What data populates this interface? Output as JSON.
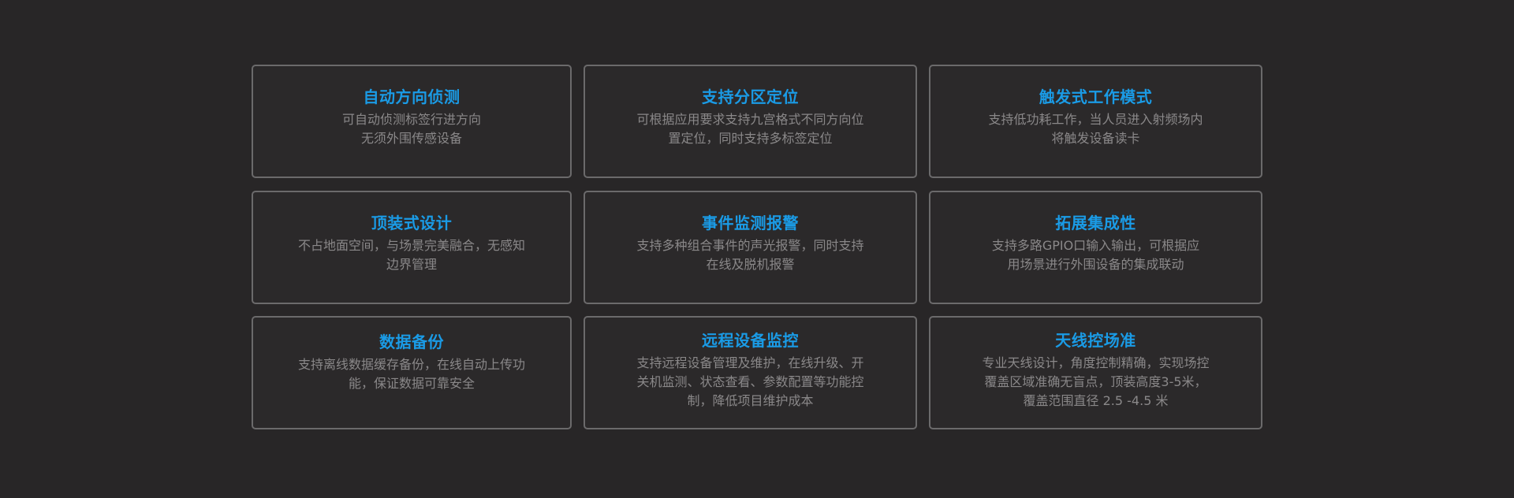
{
  "features": [
    {
      "title": "自动方向侦测",
      "lines": [
        "可自动侦测标签行进方向",
        "无须外围传感设备"
      ]
    },
    {
      "title": "支持分区定位",
      "lines": [
        "可根据应用要求支持九宫格式不同方向位",
        "置定位，同时支持多标签定位"
      ]
    },
    {
      "title": "触发式工作模式",
      "lines": [
        "支持低功耗工作，当人员进入射频场内",
        "将触发设备读卡"
      ]
    },
    {
      "title": "顶装式设计",
      "lines": [
        "不占地面空间，与场景完美融合，无感知",
        "边界管理"
      ]
    },
    {
      "title": "事件监测报警",
      "lines": [
        "支持多种组合事件的声光报警，同时支持",
        "在线及脱机报警"
      ]
    },
    {
      "title": "拓展集成性",
      "lines": [
        "支持多路GPIO口输入输出，可根据应",
        "用场景进行外围设备的集成联动"
      ]
    },
    {
      "title": "数据备份",
      "lines": [
        "支持离线数据缓存备份，在线自动上传功",
        "能，保证数据可靠安全"
      ]
    },
    {
      "title": "远程设备监控",
      "lines": [
        "支持远程设备管理及维护，在线升级、开",
        "关机监测、状态查看、参数配置等功能控",
        "制，降低项目维护成本"
      ]
    },
    {
      "title": "天线控场准",
      "lines": [
        "专业天线设计，角度控制精确，实现场控",
        "覆盖区域准确无盲点，顶装高度3-5米，",
        "覆盖范围直径 2.5 -4.5 米"
      ]
    }
  ]
}
